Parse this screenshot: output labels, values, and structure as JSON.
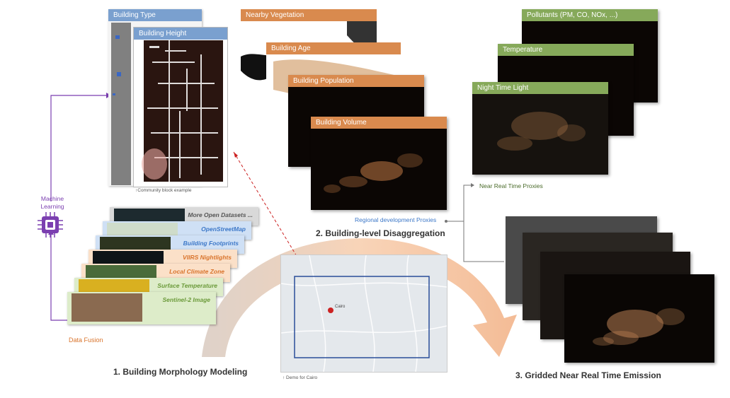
{
  "morphology": {
    "layer_building_type": "Building Type",
    "layer_building_height": "Building Height",
    "community_caption": "↑Community block example",
    "stage_title": "1. Building Morphology Modeling"
  },
  "ml": {
    "label_line1": "Machine",
    "label_line2": "Learning",
    "fusion_label": "Data Fusion"
  },
  "datasets": [
    {
      "label": "More Open Datasets ...",
      "color": "#555555",
      "bg": "#d9d9d9"
    },
    {
      "label": "OpenStreetMap",
      "color": "#3d78c8",
      "bg": "#cfe0f5"
    },
    {
      "label": "Building Footprints",
      "color": "#3d78c8",
      "bg": "#cfe0f5"
    },
    {
      "label": "VIIRS Nightlights",
      "color": "#d9742c",
      "bg": "#fbe0c8"
    },
    {
      "label": "Local Climate Zone",
      "color": "#d9742c",
      "bg": "#fbe0c8"
    },
    {
      "label": "Surface Temperature",
      "color": "#6b9a3a",
      "bg": "#ddecc9"
    },
    {
      "label": "Sentinel-2 Image",
      "color": "#6b9a3a",
      "bg": "#ddecc9"
    }
  ],
  "disaggregation": {
    "layers": [
      "Nearby Vegetation",
      "Building Age",
      "Building Population",
      "Building Volume"
    ],
    "proxies_label": "Regional development Proxies",
    "stage_title": "2. Building-level Disaggregation"
  },
  "near_real_time": {
    "layers": [
      "Pollutants (PM, CO, NOx, ...)",
      "Temperature",
      "Night Time Light"
    ],
    "proxies_label": "Near Real Time Proxies"
  },
  "demo": {
    "caption": "↑ Demo for Cairo",
    "city_label": "Cairo"
  },
  "emission": {
    "stage_title": "3. Gridded Near Real Time Emission"
  },
  "colors": {
    "ml_purple": "#7b3fb0",
    "orange": "#d98a4e",
    "blue": "#7aa0cf",
    "green": "#86a95a",
    "arrow_peach": "#f2b48a"
  }
}
